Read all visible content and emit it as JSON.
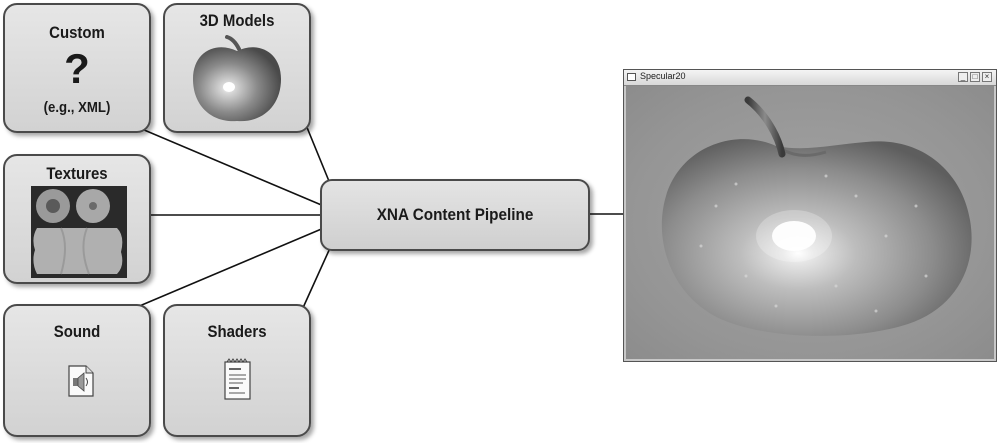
{
  "sources": {
    "custom": {
      "title": "Custom",
      "symbol": "?",
      "caption": "(e.g., XML)"
    },
    "models": {
      "title": "3D Models"
    },
    "textures": {
      "title": "Textures"
    },
    "sound": {
      "title": "Sound"
    },
    "shaders": {
      "title": "Shaders"
    }
  },
  "pipeline": {
    "label": "XNA Content Pipeline"
  },
  "output_window": {
    "title": "Specular20",
    "buttons": {
      "minimize": "_",
      "maximize": "□",
      "close": "×"
    }
  },
  "icons": {
    "custom": "question-mark",
    "models": "apple-image",
    "textures": "texture-map-image",
    "sound": "sound-file-icon",
    "shaders": "text-document-icon",
    "output": "rendered-apple"
  }
}
